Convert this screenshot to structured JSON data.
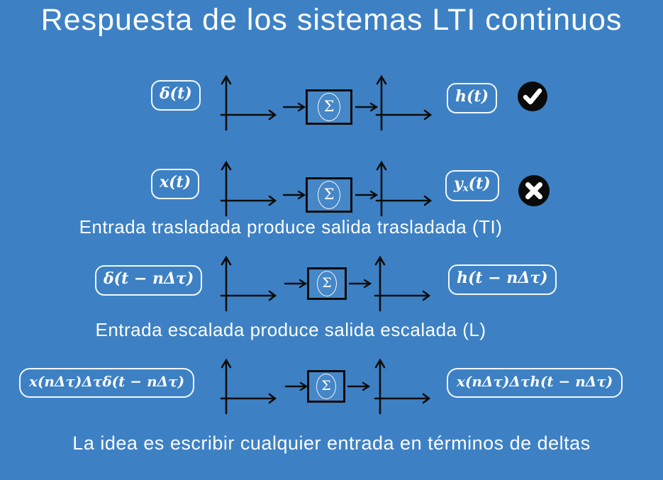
{
  "title": "Respuesta de los sistemas LTI continuos",
  "colors": {
    "background": "#3d81c4",
    "ink": "#0d0d0d",
    "text": "#ffffff"
  },
  "system": {
    "sigma": "Σ"
  },
  "rows": [
    {
      "input": "δ(t)",
      "output": "h(t)",
      "status": "check-icon"
    },
    {
      "input": "x(t)",
      "output_base": "y",
      "output_sub": "x",
      "output_rest": "(t)",
      "status": "cross-icon"
    },
    {
      "input": "δ(t − nΔτ)",
      "output": "h(t − nΔτ)"
    },
    {
      "input": "x(nΔτ)Δτδ(t − nΔτ)",
      "output": "x(nΔτ)Δτh(t − nΔτ)"
    }
  ],
  "captions": {
    "time_invariance": "Entrada trasladada produce salida trasladada (TI)",
    "linearity": "Entrada escalada produce salida escalada (L)",
    "bottom": "La idea es escribir cualquier entrada en términos de deltas"
  },
  "icons": {
    "row1_status": "check-icon",
    "row2_status": "cross-icon"
  }
}
